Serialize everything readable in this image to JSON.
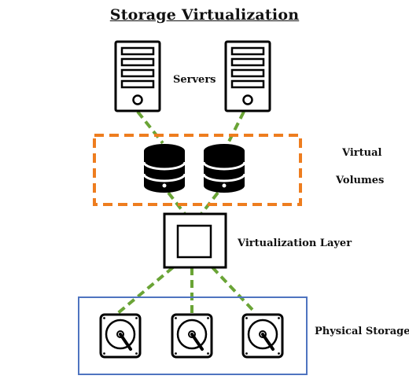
{
  "title": "Storage Virtualization",
  "labels": {
    "servers": "Servers",
    "virtual_line1": "Virtual",
    "virtual_line2": "Volumes",
    "virtualization_layer": "Virtualization Layer",
    "physical_storage": "Physical Storage"
  },
  "colors": {
    "connector": "#6aa436",
    "volumes_border": "#ee7d1f",
    "storage_border": "#4f74c0",
    "ink": "#000000"
  },
  "nodes": {
    "servers": [
      "server-icon",
      "server-icon"
    ],
    "volumes": [
      "database-icon",
      "database-icon"
    ],
    "layer": "virtualization-box",
    "disks": [
      "hard-disk-icon",
      "hard-disk-icon",
      "hard-disk-icon"
    ]
  }
}
